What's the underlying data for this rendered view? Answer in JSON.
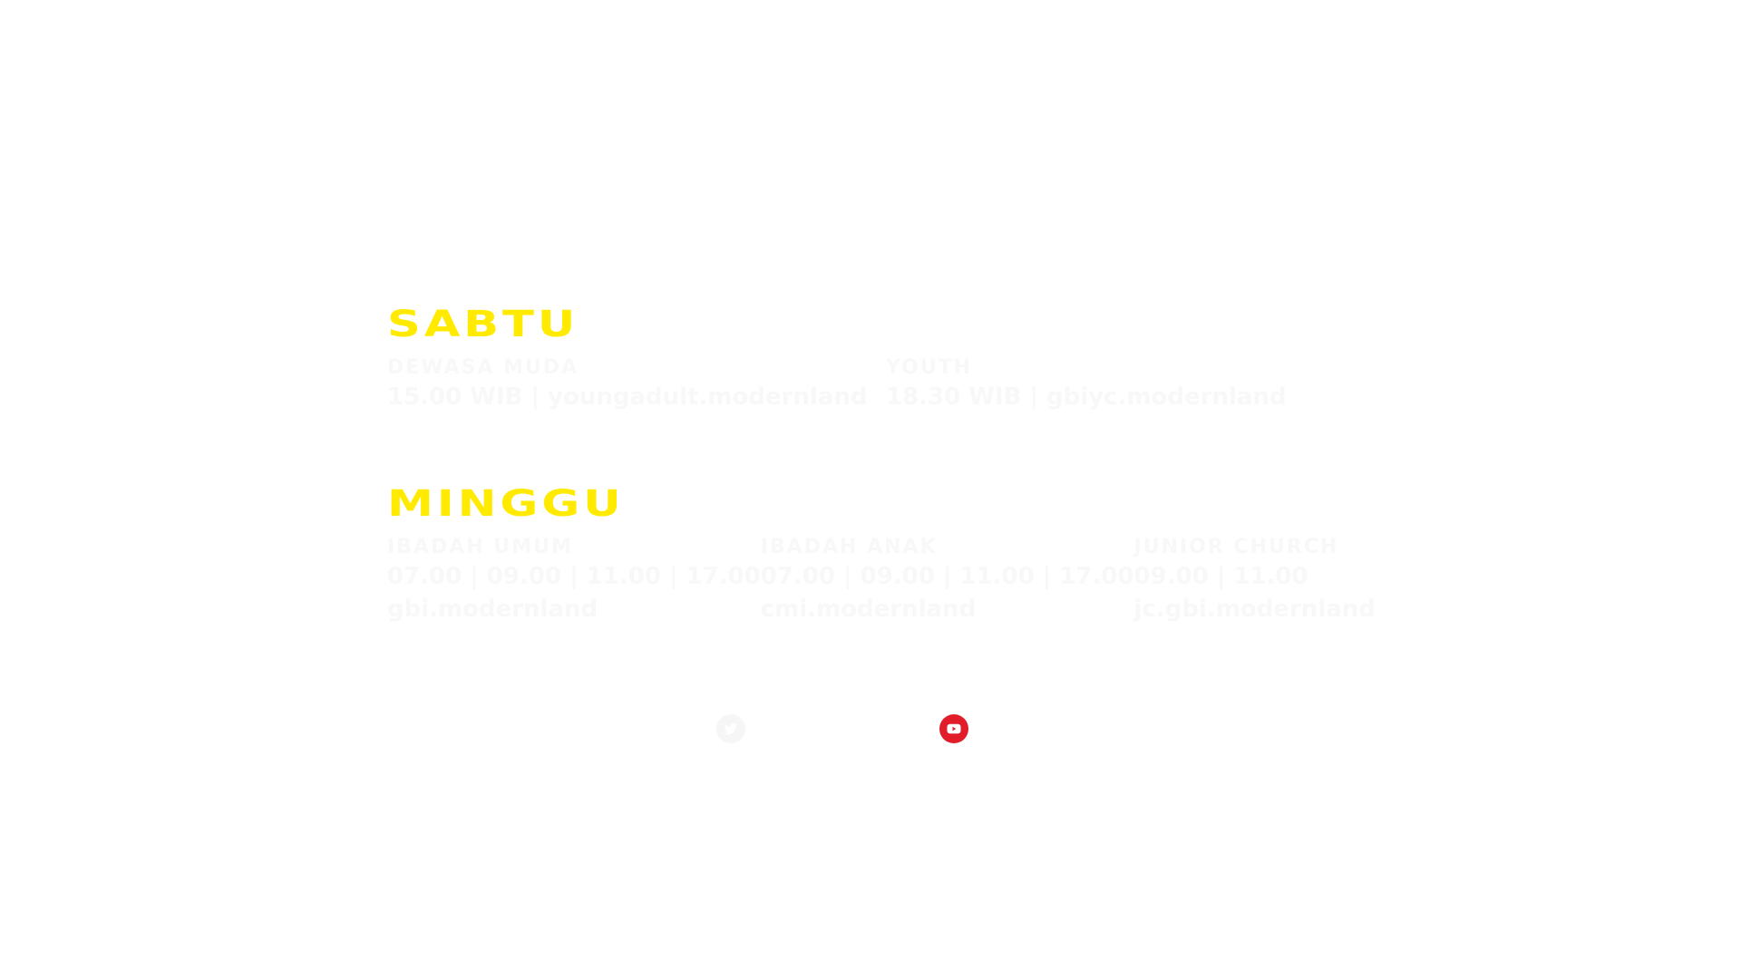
{
  "schedule": {
    "sabtu": {
      "title": "SABTU",
      "events": [
        {
          "name": "DEWASA MUDA",
          "lines": [
            "15.00 WIB | youngadult.modernland"
          ]
        },
        {
          "name": "YOUTH",
          "lines": [
            "18.30 WIB | gbiyc.modernland"
          ]
        }
      ]
    },
    "minggu": {
      "title": "MINGGU",
      "events": [
        {
          "name": "IBADAH UMUM",
          "lines": [
            "07.00 | 09.00 | 11.00 | 17.00",
            "gbi.modernland"
          ]
        },
        {
          "name": "IBADAH ANAK",
          "lines": [
            "07.00 | 09.00 | 11.00 | 17.00",
            "cmi.modernland"
          ]
        },
        {
          "name": "JUNIOR CHURCH",
          "lines": [
            "09.00 | 11.00",
            "jc.gbi.modernland"
          ]
        }
      ]
    }
  },
  "social": {
    "icons": [
      "twitter-icon",
      "youtube-icon"
    ],
    "colors": {
      "twitter_bg": "#f6f6f6",
      "youtube_bg": "#e11d2a"
    }
  },
  "colors": {
    "accent": "#ffea00",
    "event_text": "#f8f8f8",
    "background": "#ffffff"
  }
}
